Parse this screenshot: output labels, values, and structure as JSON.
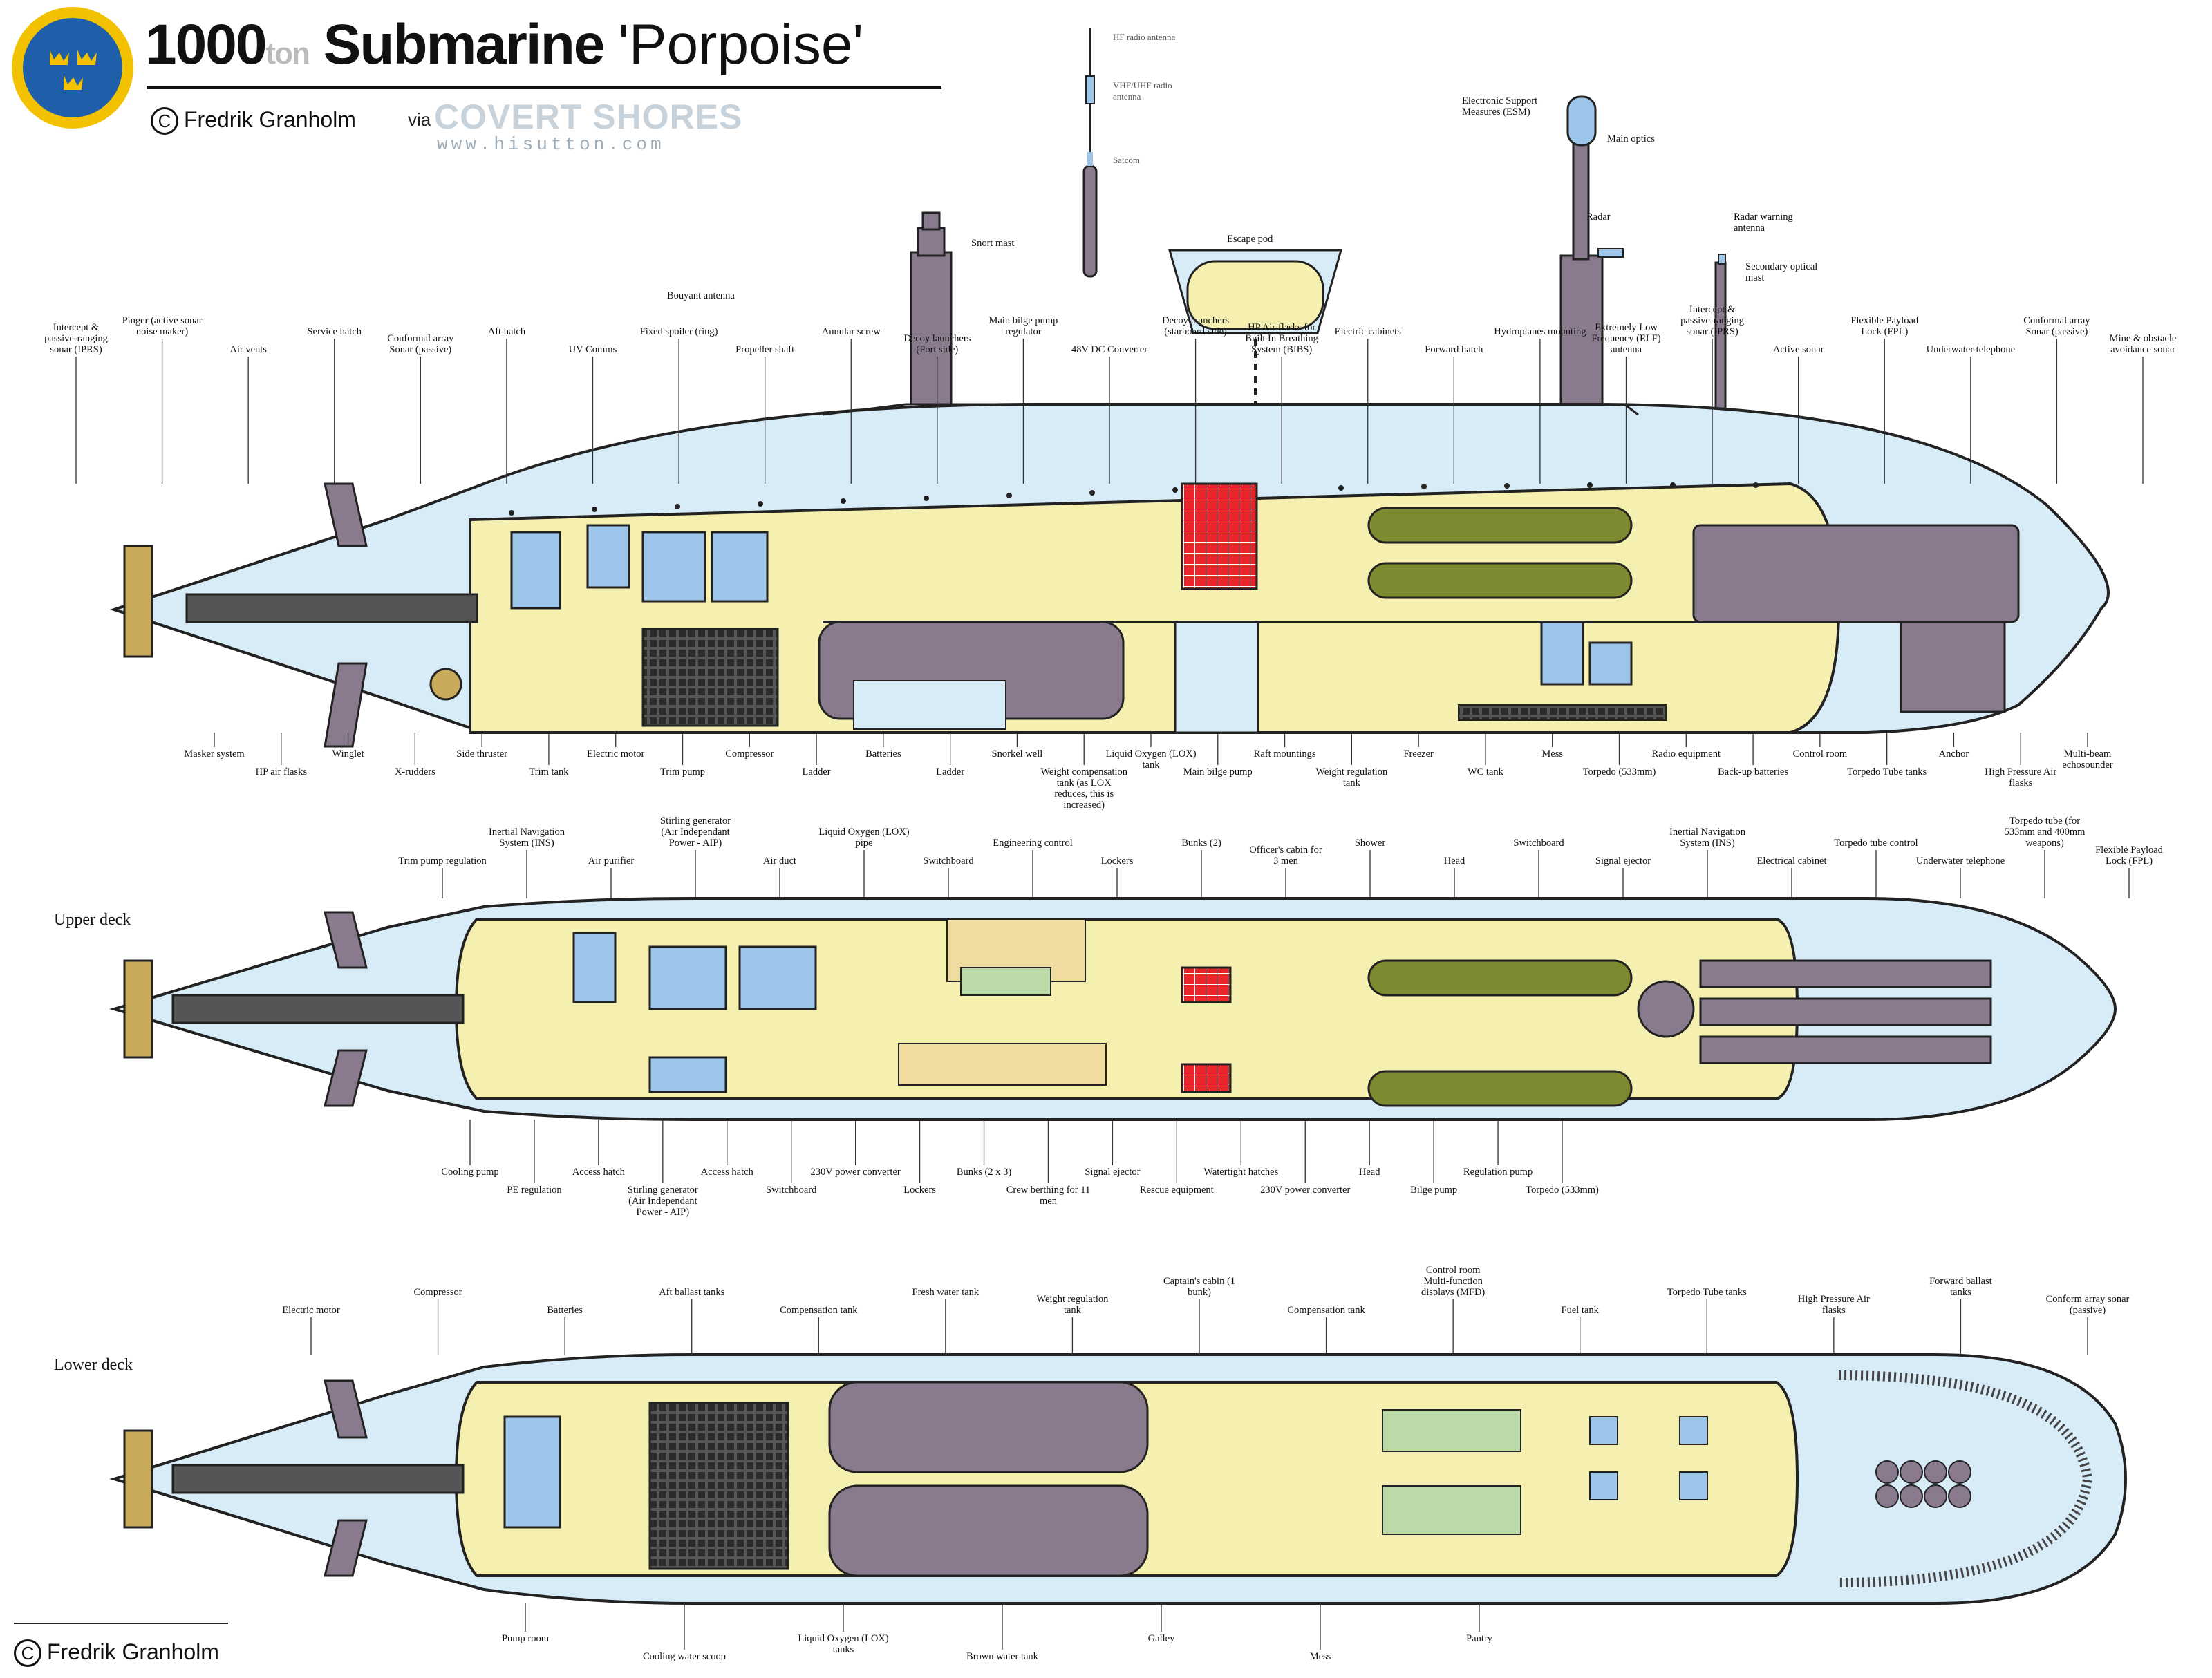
{
  "title": {
    "prefix": "1000",
    "unit": "ton",
    "main": "Submarine",
    "name": "'Porpoise'"
  },
  "credit": {
    "symbol": "C",
    "author": "Fredrik Granholm",
    "via": "via",
    "source": "COVERT SHORES",
    "url": "www.hisutton.com"
  },
  "sections": {
    "upper": "Upper deck",
    "lower": "Lower deck"
  },
  "colors": {
    "hull": "#d8ecf8",
    "interior": "#f6f0b0",
    "structure": "#8a7a8e",
    "equipment": "#9dc6ea",
    "torpedo": "#7e8a30",
    "escape_trunk": "#e8252a",
    "outline": "#222222"
  },
  "mast_labels": [
    "HF radio antenna",
    "VHF/UHF radio antenna",
    "Satcom",
    "Electronic Support Measures (ESM)",
    "Main optics",
    "Radar",
    "Radar warning antenna",
    "Secondary optical mast",
    "Snort mast",
    "Escape pod",
    "Bouyant antenna"
  ],
  "side_labels": {
    "top": [
      "Intercept & passive-ranging sonar (IPRS)",
      "Pinger (active sonar noise maker)",
      "Air vents",
      "Service hatch",
      "Conformal array Sonar (passive)",
      "Aft hatch",
      "UV Comms",
      "Fixed spoiler (ring)",
      "Propeller shaft",
      "Annular screw",
      "Decoy launchers (Port side)",
      "Main bilge pump regulator",
      "48V DC Converter",
      "Decoy launchers (starboard side)",
      "HP Air flasks for Built In Breathing System (BIBS)",
      "Electric cabinets",
      "Forward hatch",
      "Hydroplanes mounting",
      "Extremely Low Frequency (ELF) antenna",
      "Intercept & passive-ranging sonar (IPRS)",
      "Active sonar",
      "Flexible Payload Lock (FPL)",
      "Underwater telephone",
      "Conformal array Sonar (passive)",
      "Mine & obstacle avoidance sonar"
    ],
    "bottom": [
      "Masker system",
      "HP air flasks",
      "Winglet",
      "X-rudders",
      "Side thruster",
      "Trim tank",
      "Electric motor",
      "Trim pump",
      "Compressor",
      "Ladder",
      "Batteries",
      "Ladder",
      "Snorkel well",
      "Weight compensation tank (as LOX reduces, this is increased)",
      "Liquid Oxygen (LOX) tank",
      "Main bilge pump",
      "Raft mountings",
      "Weight regulation tank",
      "Freezer",
      "WC tank",
      "Mess",
      "Torpedo (533mm)",
      "Radio equipment",
      "Back-up batteries",
      "Control room",
      "Torpedo Tube tanks",
      "Anchor",
      "High Pressure Air flasks",
      "Multi-beam echosounder"
    ]
  },
  "upper_labels": {
    "top": [
      "Trim pump regulation",
      "Inertial Navigation System (INS)",
      "Air purifier",
      "Stirling generator (Air Independant Power - AIP)",
      "Air duct",
      "Liquid Oxygen (LOX) pipe",
      "Switchboard",
      "Engineering control",
      "Lockers",
      "Bunks (2)",
      "Officer's cabin for 3 men",
      "Shower",
      "Head",
      "Switchboard",
      "Signal ejector",
      "Inertial Navigation System (INS)",
      "Electrical cabinet",
      "Torpedo tube control",
      "Underwater telephone",
      "Torpedo tube (for 533mm and 400mm weapons)",
      "Flexible Payload Lock (FPL)"
    ],
    "bottom": [
      "Cooling pump",
      "PE regulation",
      "Access hatch",
      "Stirling generator (Air Independant Power - AIP)",
      "Access hatch",
      "Switchboard",
      "230V power converter",
      "Lockers",
      "Bunks (2 x 3)",
      "Crew berthing for 11 men",
      "Signal ejector",
      "Rescue equipment",
      "Watertight hatches",
      "230V power converter",
      "Head",
      "Bilge pump",
      "Regulation pump",
      "Torpedo (533mm)"
    ]
  },
  "lower_labels": {
    "top": [
      "Electric motor",
      "Compressor",
      "Batteries",
      "Aft ballast tanks",
      "Compensation tank",
      "Fresh water tank",
      "Weight regulation tank",
      "Captain's cabin (1 bunk)",
      "Compensation tank",
      "Control room Multi-function displays (MFD)",
      "Fuel tank",
      "Torpedo Tube tanks",
      "High Pressure Air flasks",
      "Forward ballast tanks",
      "Conform array sonar (passive)"
    ],
    "bottom": [
      "Pump room",
      "Cooling water scoop",
      "Liquid Oxygen (LOX) tanks",
      "Brown water tank",
      "Galley",
      "Mess",
      "Pantry"
    ]
  }
}
